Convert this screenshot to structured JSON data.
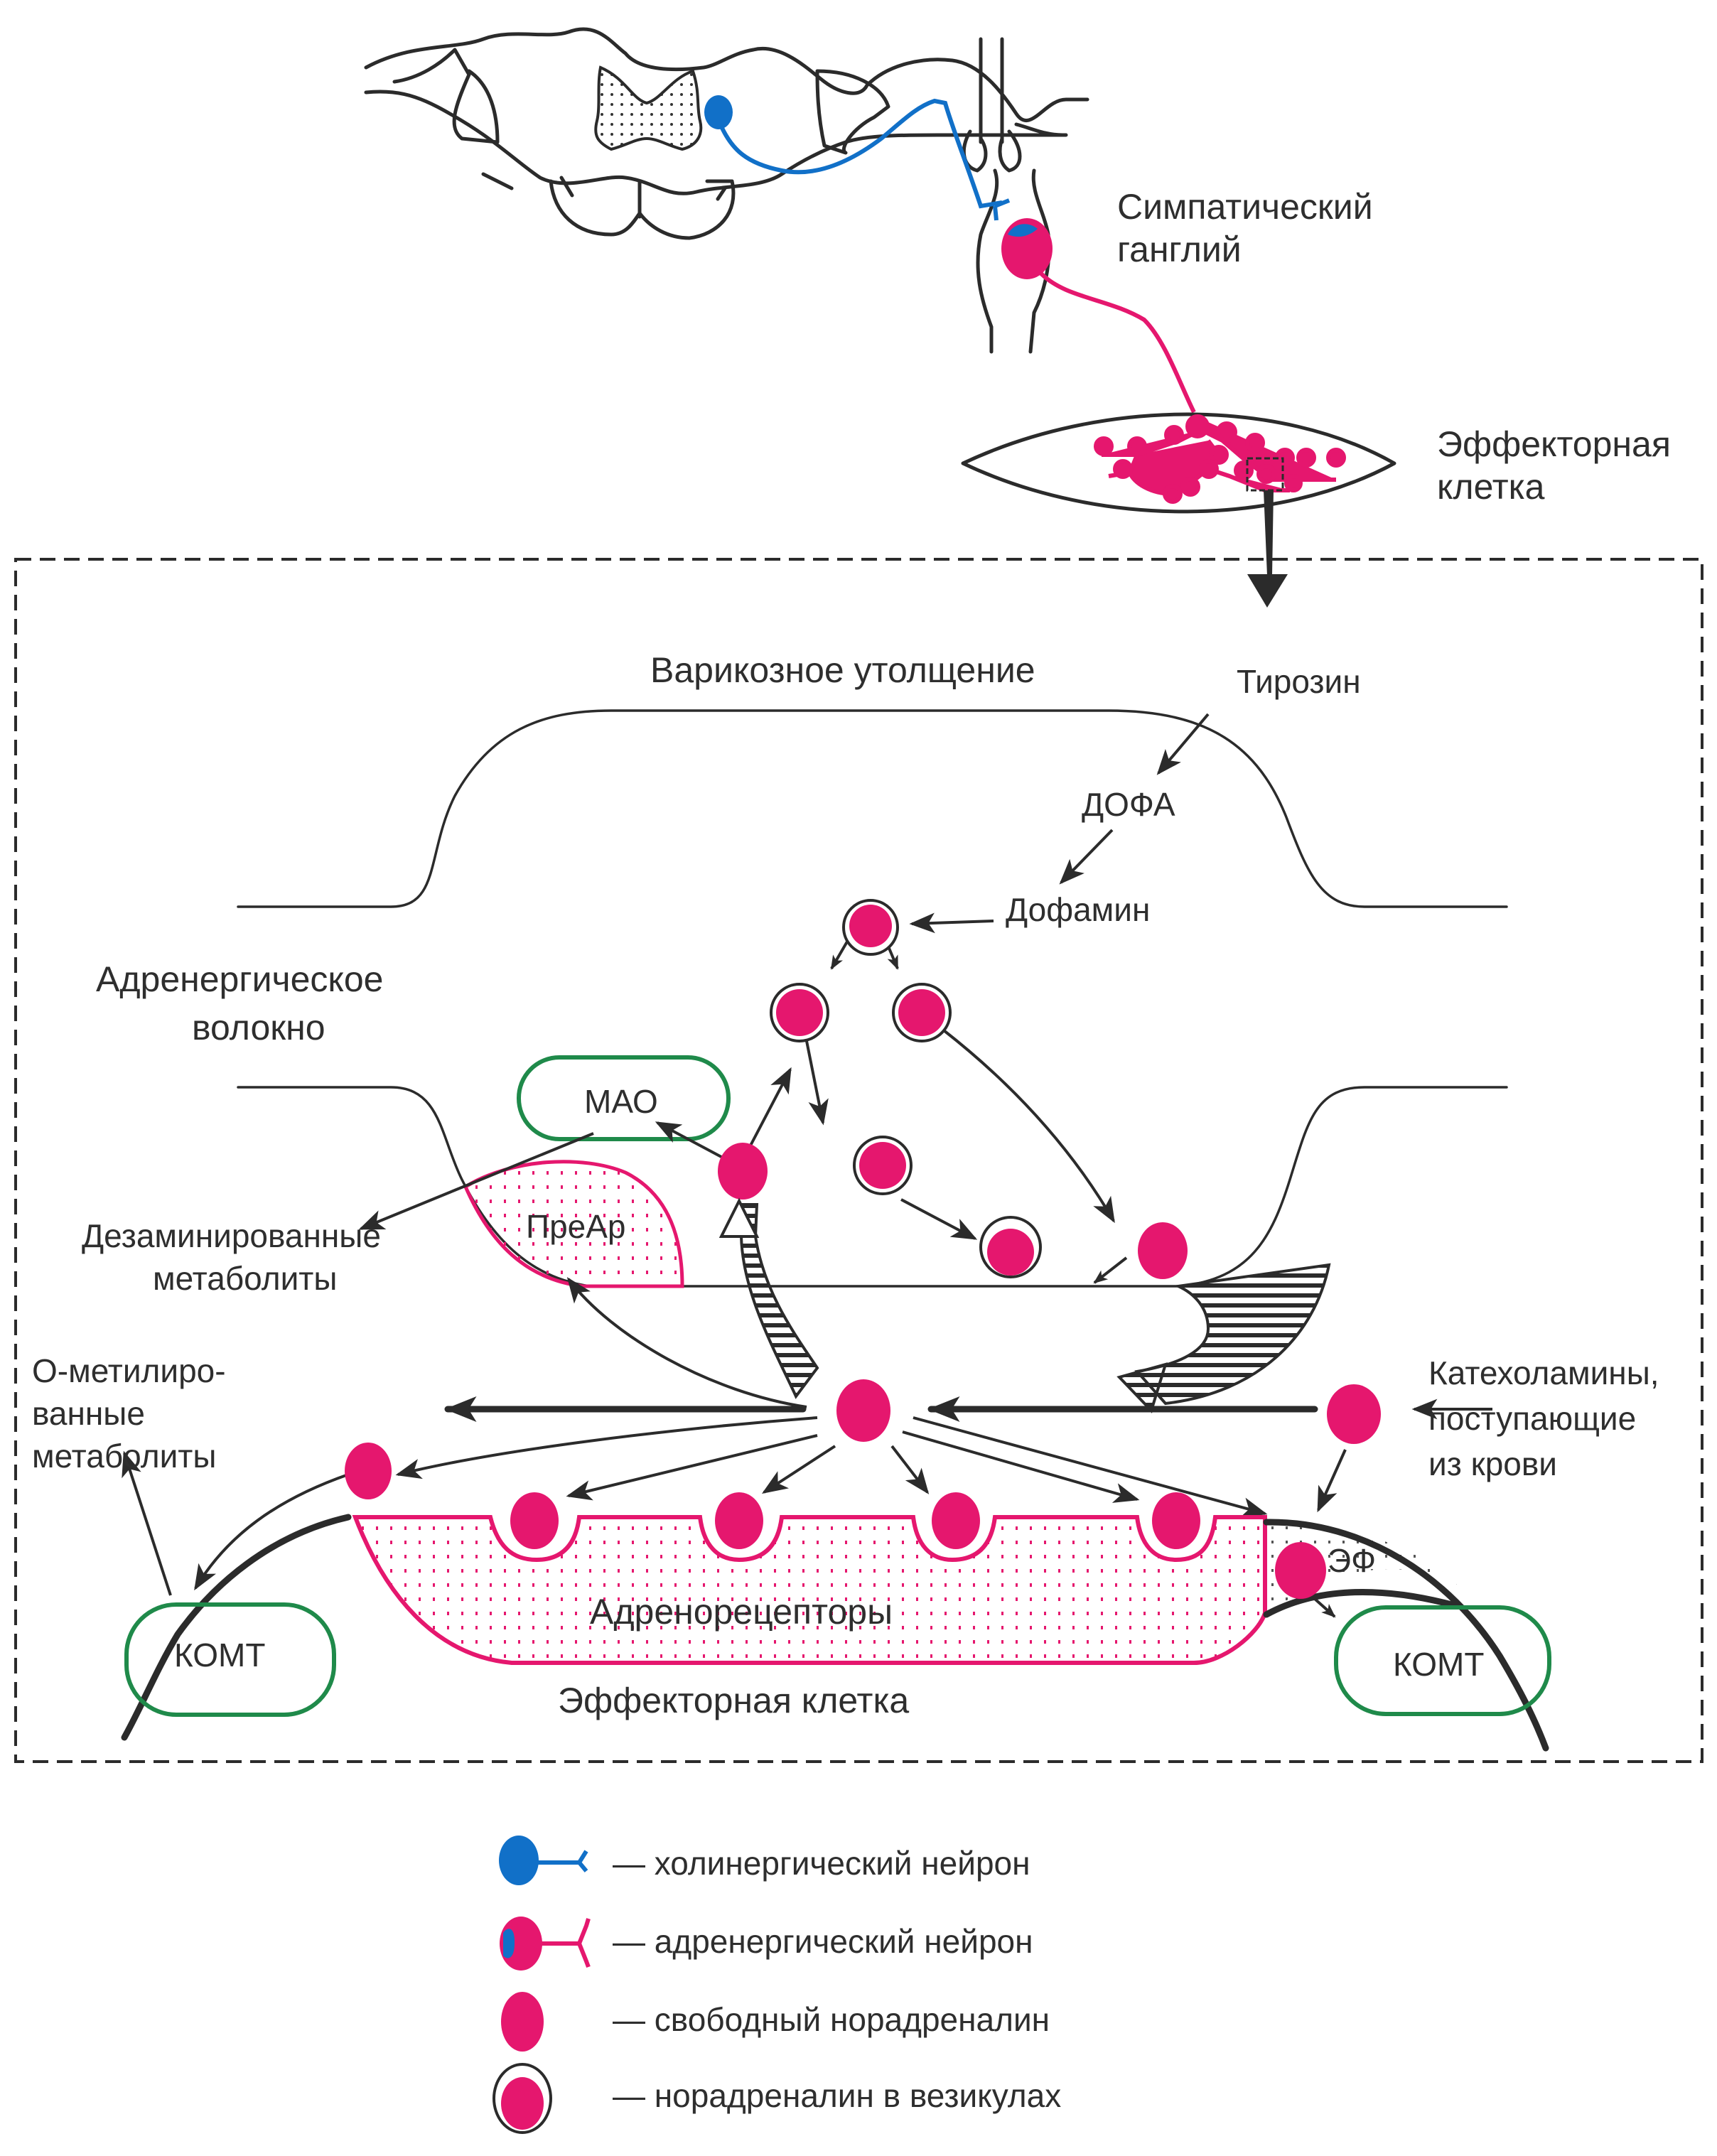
{
  "colors": {
    "adrenergic": "#e5176e",
    "cholinergic": "#1170c8",
    "enzyme_border": "#1f8a4a",
    "enzyme_border_alt": "#d8d820",
    "ink": "#2b2b2b",
    "background": "#ffffff"
  },
  "top_panel": {
    "ganglion_label_line1": "Симпатический",
    "ganglion_label_line2": "ганглий",
    "effector_label_line1": "Эффекторная",
    "effector_label_line2": "клетка"
  },
  "detail_panel": {
    "varicosity_label": "Варикозное утолщение",
    "fiber_label_line1": "Адренергическое",
    "fiber_label_line2": "волокно",
    "tyrosine": "Тирозин",
    "dopa": "ДОФА",
    "dopamine": "Дофамин",
    "mao": "МАО",
    "pre_ar": "ПреАр",
    "deaminated_line1": "Дезаминированные",
    "deaminated_line2": "метаболиты",
    "o_methyl_line1": "О-метилиро-",
    "o_methyl_line2": "ванные",
    "o_methyl_line3": "метаболиты",
    "catecholamines_line1": "Катехоламины,",
    "catecholamines_line2": "поступающие",
    "catecholamines_line3": "из крови",
    "komt_left": "КОМТ",
    "komt_right": "КОМТ",
    "adrenoreceptors": "Адренорецепторы",
    "ef": "ЭФ",
    "effector_cell": "Эффекторная клетка"
  },
  "legend": {
    "items": [
      {
        "icon": "cholinergic-neuron-icon",
        "label": "— холинергический нейрон"
      },
      {
        "icon": "adrenergic-neuron-icon",
        "label": "— адренергический нейрон"
      },
      {
        "icon": "free-noradrenaline-icon",
        "label": "— свободный норадреналин"
      },
      {
        "icon": "vesicle-noradrenaline-icon",
        "label": "— норадреналин в везикулах"
      }
    ]
  }
}
